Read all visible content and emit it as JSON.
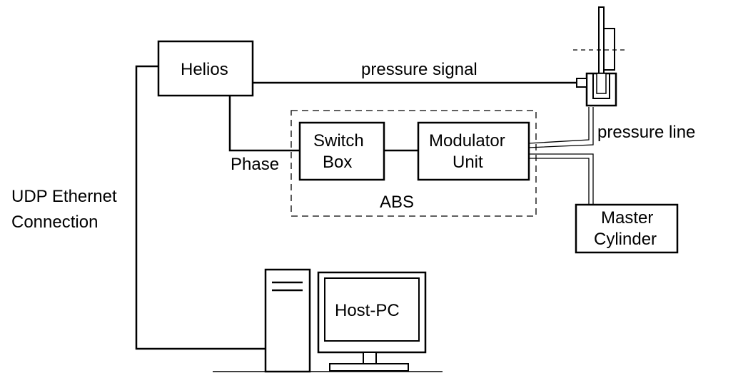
{
  "blocks": {
    "helios": "Helios",
    "switch_box": [
      "Switch",
      "Box"
    ],
    "modulator_unit": [
      "Modulator",
      "Unit"
    ],
    "master_cylinder": [
      "Master",
      "Cylinder"
    ],
    "host_pc": "Host-PC"
  },
  "group": {
    "abs": "ABS"
  },
  "connections": {
    "pressure_signal": "pressure signal",
    "pressure_line": "pressure line",
    "phase": "Phase",
    "udp": [
      "UDP Ethernet",
      "Connection"
    ]
  }
}
